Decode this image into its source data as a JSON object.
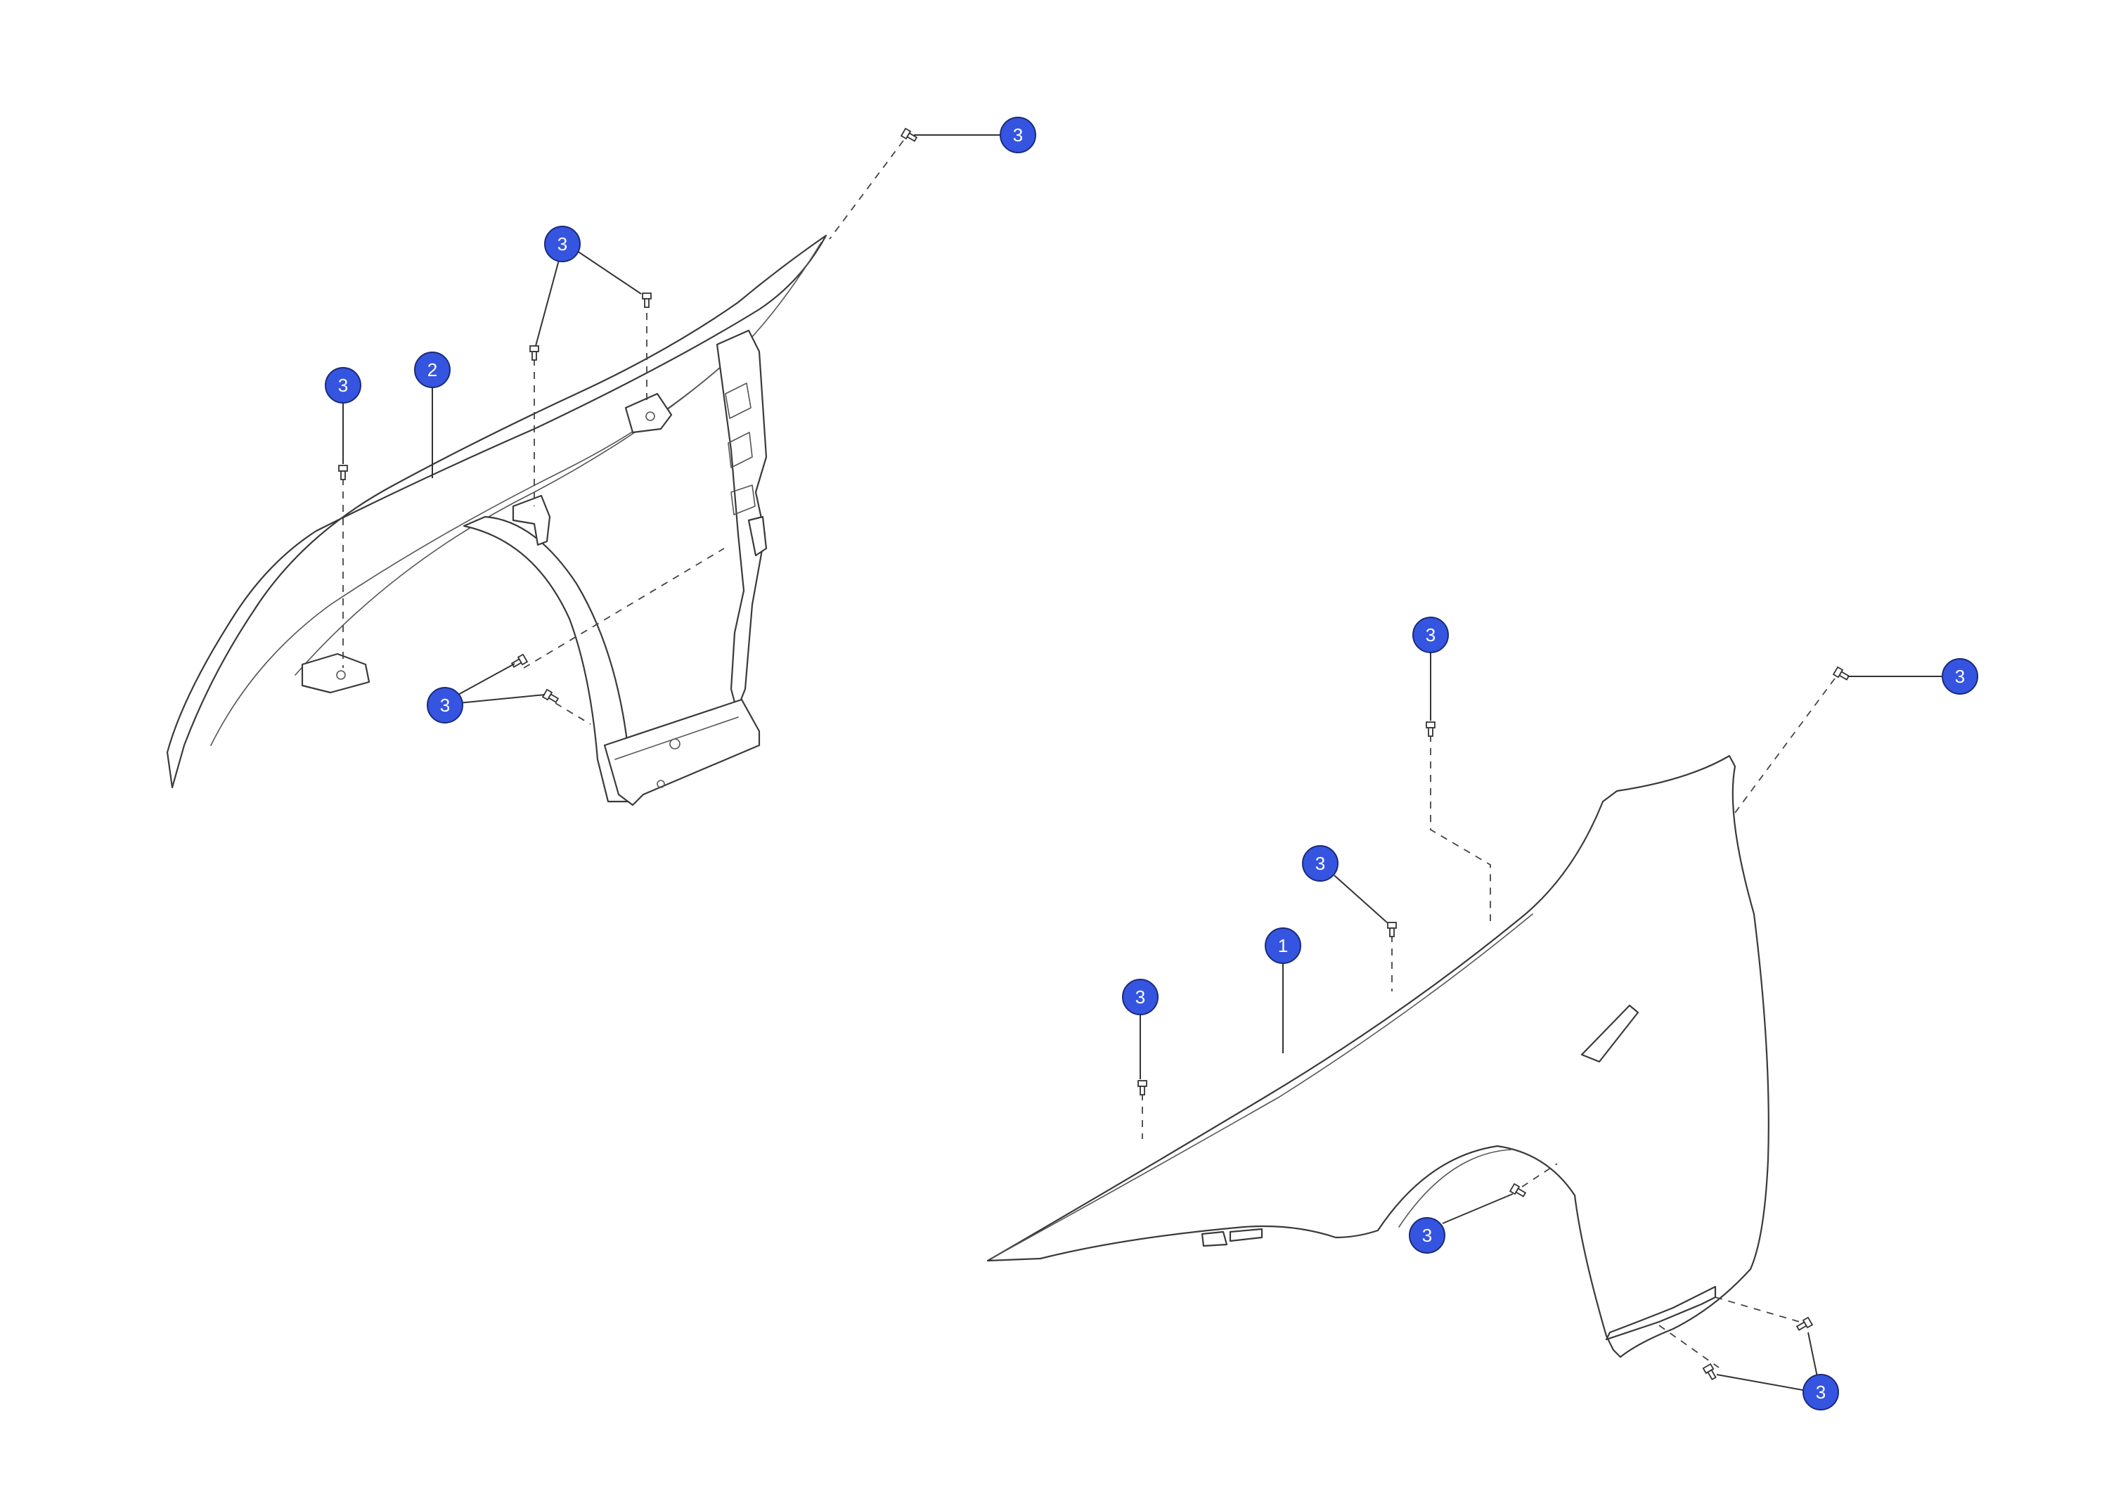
{
  "callouts": {
    "c01": "3",
    "c02": "3",
    "c03": "2",
    "c04": "3",
    "c05": "3",
    "c06": "3",
    "c07": "3",
    "c08": "3",
    "c09": "1",
    "c10": "3",
    "c11": "3",
    "c12": "3"
  },
  "colors": {
    "callout_fill": "#3555e0",
    "callout_text": "#ffffff",
    "line_art": "#3a3a3a",
    "background": "#ffffff"
  }
}
